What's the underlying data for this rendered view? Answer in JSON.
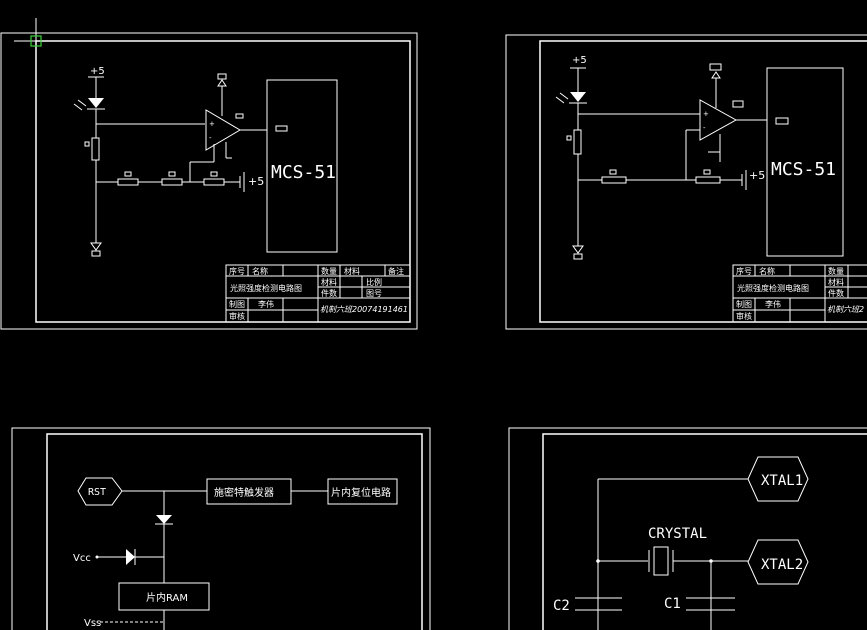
{
  "viewport": {
    "background": "#000000",
    "stroke_color": "#ffffff"
  },
  "sheets": {
    "top_left": {
      "supply_top": "+5",
      "supply_right": "+5",
      "mcu_label": "MCS-51",
      "title_block": {
        "seq": "序号",
        "name": "名称",
        "qty": "数量",
        "material": "材料",
        "remark": "备注",
        "drawing_title": "光照强度检测电路图",
        "material2": "材料",
        "ratio": "比例",
        "pieces": "件数",
        "drawing_no": "图号",
        "drawn": "制图",
        "drawn_by": "李伟",
        "checked": "审核",
        "class_id": "机制六班20074191461"
      }
    },
    "top_right": {
      "supply_top": "+5",
      "supply_right": "+5",
      "mcu_label": "MCS-51",
      "title_block": {
        "seq": "序号",
        "name": "名称",
        "qty": "数量",
        "drawing_title": "光照强度检测电路图",
        "material2": "材料",
        "pieces": "件数",
        "drawn": "制图",
        "drawn_by": "李伟",
        "checked": "审核",
        "class_id": "机制六班2"
      }
    },
    "bottom_left": {
      "rst_label": "RST",
      "schmitt_label": "施密特触发器",
      "reset_circuit_label": "片内复位电路",
      "vcc_label": "Vcc",
      "ram_label": "片内RAM",
      "vss_label": "Vss"
    },
    "bottom_right": {
      "xtal1_label": "XTAL1",
      "crystal_label": "CRYSTAL",
      "xtal2_label": "XTAL2",
      "c2_label": "C2",
      "c1_label": "C1"
    }
  }
}
